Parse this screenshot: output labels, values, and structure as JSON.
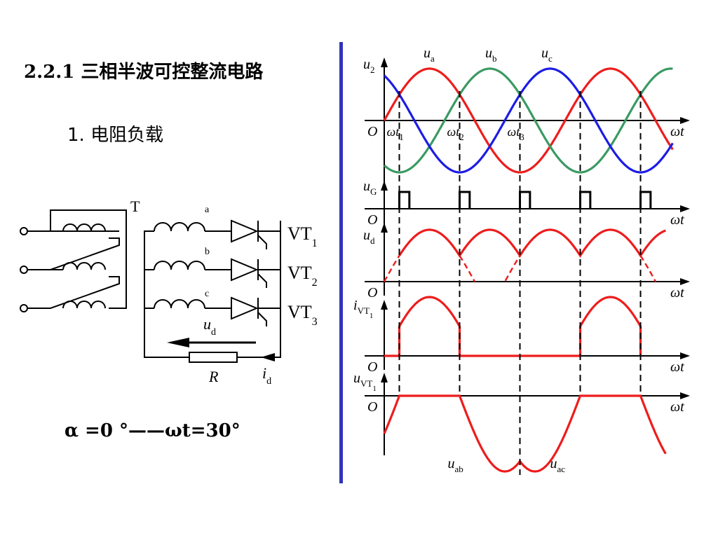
{
  "section_title": "2.2.1  三相半波可控整流电路",
  "sub_title": "1. 电阻负载",
  "alpha_note": "α =0 °——ωt=30° ",
  "circuit": {
    "transformer_label": "T",
    "phase_labels": [
      "a",
      "b",
      "c"
    ],
    "thyristors": [
      {
        "main": "VT",
        "sub": "1"
      },
      {
        "main": "VT",
        "sub": "2"
      },
      {
        "main": "VT",
        "sub": "3"
      }
    ],
    "ud_label": {
      "main": "u",
      "sub": "d"
    },
    "resistor_label": "R",
    "id_label": {
      "main": "i",
      "sub": "d"
    }
  },
  "colors": {
    "phase_a": "#ee1c1c",
    "phase_b": "#3a9a62",
    "phase_c": "#1c1ce6",
    "divider": "#3333bb"
  },
  "chart_data": {
    "type": "line",
    "x_unit": "ωt (degrees)",
    "x_range": [
      0,
      750
    ],
    "x_axis_label": "ωt",
    "origin_label": "O",
    "markers": [
      {
        "label_main": "ωt",
        "label_sub": "1",
        "x": 30
      },
      {
        "label_main": "ωt",
        "label_sub": "2",
        "x": 150
      },
      {
        "label_main": "ωt",
        "label_sub": "3",
        "x": 270
      },
      {
        "x": 390
      },
      {
        "x": 510
      }
    ],
    "panels": [
      {
        "id": "u2",
        "ylabel_main": "u",
        "ylabel_sub": "2",
        "series": [
          {
            "name_main": "u",
            "name_sub": "a",
            "phase_deg": 0,
            "color": "#ee1c1c"
          },
          {
            "name_main": "u",
            "name_sub": "b",
            "phase_deg": -120,
            "color": "#3a9a62"
          },
          {
            "name_main": "u",
            "name_sub": "c",
            "phase_deg": 120,
            "color": "#1c1ce6"
          }
        ]
      },
      {
        "id": "uG",
        "ylabel_main": "u",
        "ylabel_sub": "G",
        "pulses_at": [
          30,
          150,
          270,
          390,
          510
        ],
        "pulse_width_deg": 20
      },
      {
        "id": "ud",
        "ylabel_main": "u",
        "ylabel_sub": "d",
        "description_series": "max of three phases (solid), other phase arcs (dashed)"
      },
      {
        "id": "iVT1",
        "ylabel_main": "i",
        "ylabel_sub": "VT",
        "ylabel_subsub": "1",
        "conducting_intervals": [
          [
            30,
            150
          ],
          [
            390,
            510
          ]
        ]
      },
      {
        "id": "uVT1",
        "ylabel_main": "u",
        "ylabel_sub": "VT",
        "ylabel_subsub": "1",
        "segment_labels": [
          {
            "main": "u",
            "sub": "ab",
            "x": 210
          },
          {
            "main": "u",
            "sub": "ac",
            "x": 330
          }
        ]
      }
    ]
  }
}
